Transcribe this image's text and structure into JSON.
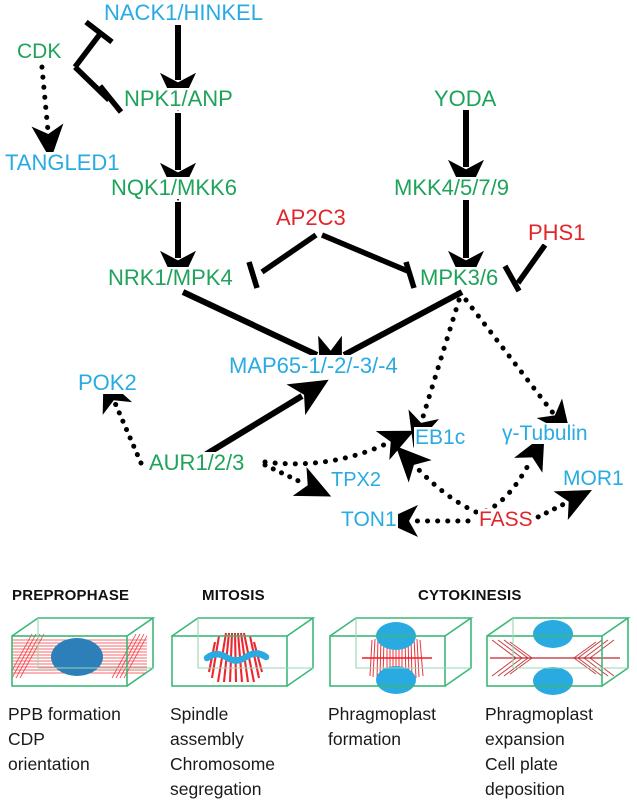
{
  "figure": {
    "colors": {
      "blue": "#29ABE2",
      "green": "#1FA35B",
      "red": "#E0262B",
      "arrow": "#000000",
      "cell_box": "#3CB878",
      "microtubule": "#ED1C24",
      "nucleus": "#29ABE2"
    }
  },
  "pathway": {
    "nodes": [
      {
        "id": "nack1",
        "label": "NACK1/HINKEL",
        "color": "blue"
      },
      {
        "id": "cdk",
        "label": "CDK",
        "color": "green"
      },
      {
        "id": "npk1",
        "label": "NPK1/ANP",
        "color": "green"
      },
      {
        "id": "yoda",
        "label": "YODA",
        "color": "green"
      },
      {
        "id": "tangled1",
        "label": "TANGLED1",
        "color": "blue"
      },
      {
        "id": "nqk1",
        "label": "NQK1/MKK6",
        "color": "green"
      },
      {
        "id": "mkk4",
        "label": "MKK4/5/7/9",
        "color": "green"
      },
      {
        "id": "ap2c3",
        "label": "AP2C3",
        "color": "red"
      },
      {
        "id": "phs1",
        "label": "PHS1",
        "color": "red"
      },
      {
        "id": "nrk1",
        "label": "NRK1/MPK4",
        "color": "green"
      },
      {
        "id": "mpk36",
        "label": "MPK3/6",
        "color": "green"
      },
      {
        "id": "map65",
        "label": "MAP65-1/-2/-3/-4",
        "color": "blue"
      },
      {
        "id": "pok2",
        "label": "POK2",
        "color": "blue"
      },
      {
        "id": "aur",
        "label": "AUR1/2/3",
        "color": "green"
      },
      {
        "id": "tpx2",
        "label": "TPX2",
        "color": "blue"
      },
      {
        "id": "eb1c",
        "label": "EB1c",
        "color": "blue"
      },
      {
        "id": "gtub",
        "label": "γ-Tubulin",
        "color": "blue"
      },
      {
        "id": "mor1",
        "label": "MOR1",
        "color": "blue"
      },
      {
        "id": "ton1",
        "label": "TON1",
        "color": "blue"
      },
      {
        "id": "fass",
        "label": "FASS",
        "color": "red"
      }
    ],
    "edges": [
      {
        "from": "cdk",
        "to": "nack1",
        "style": "solid",
        "head": "bar"
      },
      {
        "from": "cdk",
        "to": "npk1",
        "style": "solid",
        "head": "bar"
      },
      {
        "from": "cdk",
        "to": "tangled1",
        "style": "dotted",
        "head": "arrow"
      },
      {
        "from": "nack1",
        "to": "npk1",
        "style": "solid",
        "head": "arrow"
      },
      {
        "from": "npk1",
        "to": "nqk1",
        "style": "solid",
        "head": "arrow"
      },
      {
        "from": "nqk1",
        "to": "nrk1",
        "style": "solid",
        "head": "arrow"
      },
      {
        "from": "yoda",
        "to": "mkk4",
        "style": "solid",
        "head": "arrow"
      },
      {
        "from": "mkk4",
        "to": "mpk36",
        "style": "solid",
        "head": "arrow"
      },
      {
        "from": "ap2c3",
        "to": "nrk1",
        "style": "solid",
        "head": "bar"
      },
      {
        "from": "ap2c3",
        "to": "mpk36",
        "style": "solid",
        "head": "bar"
      },
      {
        "from": "phs1",
        "to": "mpk36",
        "style": "solid",
        "head": "bar"
      },
      {
        "from": "nrk1",
        "to": "map65",
        "style": "solid",
        "head": "arrow"
      },
      {
        "from": "mpk36",
        "to": "map65",
        "style": "solid",
        "head": "arrow"
      },
      {
        "from": "mpk36",
        "to": "eb1c",
        "style": "dotted",
        "head": "arrow"
      },
      {
        "from": "mpk36",
        "to": "gtub",
        "style": "dotted",
        "head": "arrow"
      },
      {
        "from": "aur",
        "to": "map65",
        "style": "solid",
        "head": "arrow"
      },
      {
        "from": "aur",
        "to": "pok2",
        "style": "dotted",
        "head": "arrow"
      },
      {
        "from": "aur",
        "to": "tpx2",
        "style": "dotted",
        "head": "arrow"
      },
      {
        "from": "aur",
        "to": "eb1c",
        "style": "dotted",
        "head": "arrow"
      },
      {
        "from": "fass",
        "to": "eb1c",
        "style": "dotted",
        "head": "arrow"
      },
      {
        "from": "fass",
        "to": "gtub",
        "style": "dotted",
        "head": "arrow"
      },
      {
        "from": "fass",
        "to": "ton1",
        "style": "dotted",
        "head": "arrow"
      },
      {
        "from": "fass",
        "to": "mor1",
        "style": "dotted",
        "head": "arrow"
      }
    ]
  },
  "stages": [
    {
      "id": "preprophase",
      "title": "PREPROPHASE",
      "caption": "PPB formation\nCDP\norientation"
    },
    {
      "id": "mitosis",
      "title": "MITOSIS",
      "caption": "Spindle\nassembly\nChromosome\nsegregation"
    },
    {
      "id": "cytokinesis",
      "title": "CYTOKINESIS",
      "caption_left": "Phragmoplast\nformation",
      "caption_right": "Phragmoplast\nexpansion\nCell plate\ndeposition"
    }
  ]
}
